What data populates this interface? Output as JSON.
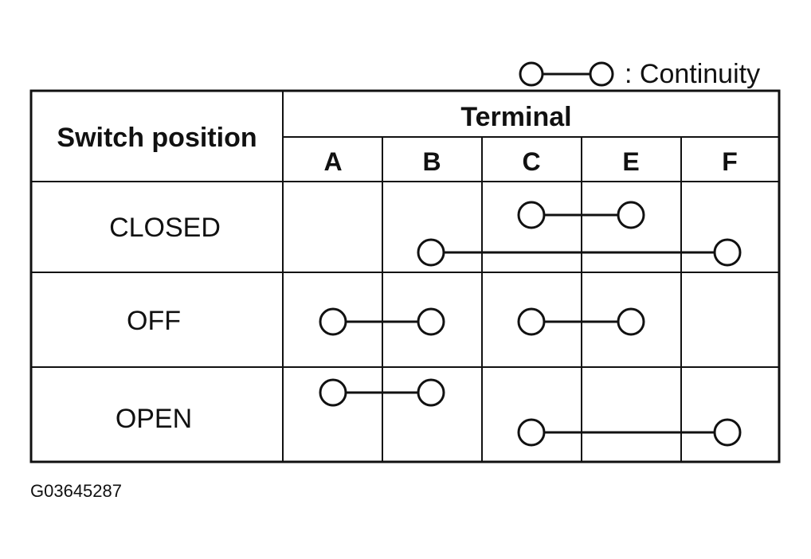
{
  "legend": {
    "label": ": Continuity"
  },
  "header": {
    "switch_position": "Switch position",
    "terminal": "Terminal"
  },
  "terminals": [
    "A",
    "B",
    "C",
    "E",
    "F"
  ],
  "rows": [
    {
      "position": "CLOSED",
      "links": [
        [
          "C",
          "E"
        ],
        [
          "B",
          "F"
        ]
      ]
    },
    {
      "position": "OFF",
      "links": [
        [
          "A",
          "B"
        ],
        [
          "C",
          "E"
        ]
      ]
    },
    {
      "position": "OPEN",
      "links": [
        [
          "A",
          "B"
        ],
        [
          "C",
          "F"
        ]
      ]
    }
  ],
  "figure_code": "G03645287"
}
